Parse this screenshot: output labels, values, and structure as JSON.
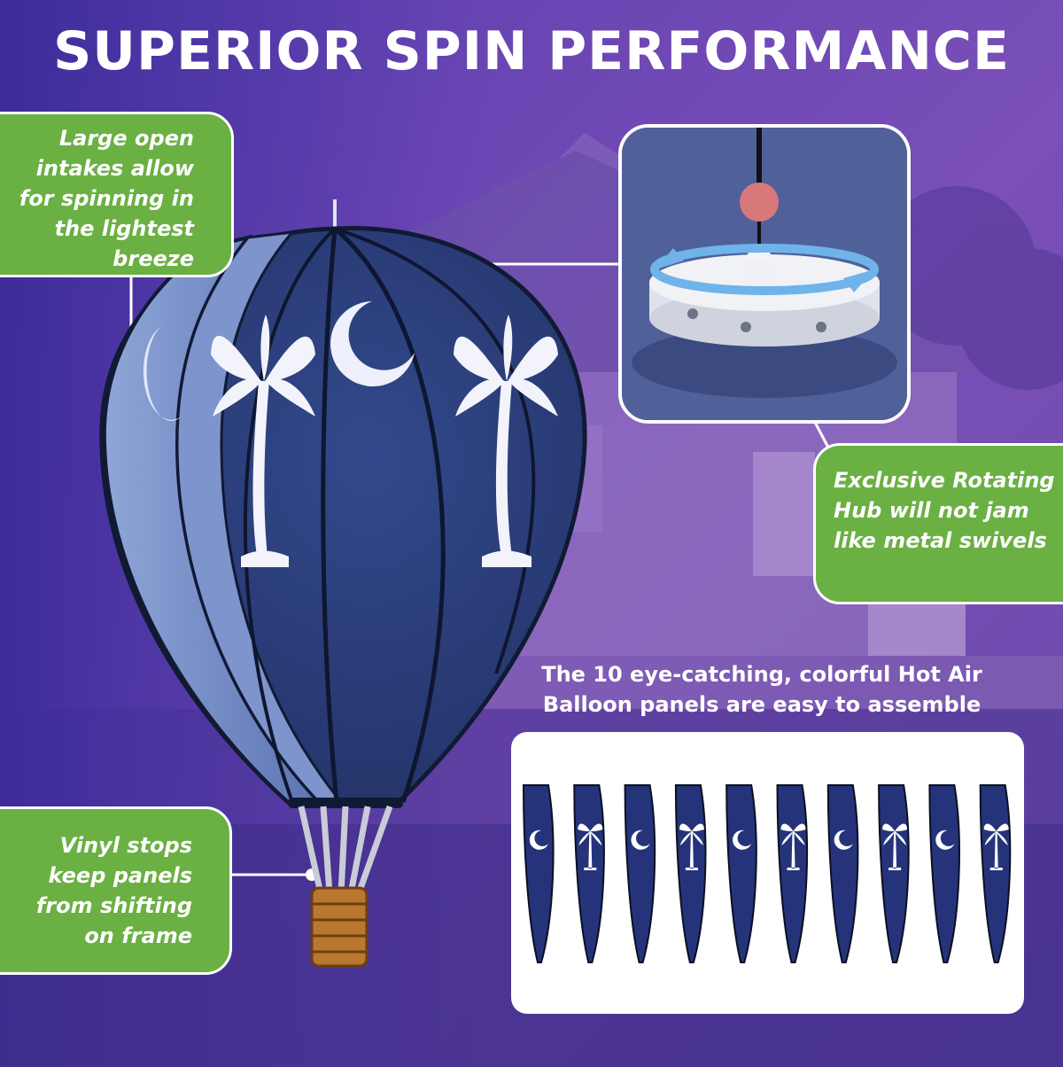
{
  "title": "SUPERIOR SPIN PERFORMANCE",
  "callouts": {
    "intakes": [
      "Large open",
      "intakes allow",
      "for spinning in",
      "the lightest",
      "breeze"
    ],
    "hub": [
      "Exclusive Rotating",
      "Hub will not jam",
      "like metal swivels"
    ],
    "vinyl": [
      "Vinyl stops",
      "keep panels",
      "from shifting",
      "on frame"
    ]
  },
  "panels_caption": [
    "The 10 eye-catching, colorful Hot Air",
    "Balloon panels are easy to assemble"
  ],
  "panels": [
    "moon",
    "palmetto",
    "moon",
    "palmetto",
    "moon",
    "palmetto",
    "moon",
    "palmetto",
    "moon",
    "palmetto"
  ],
  "colors": {
    "callout_green": "#6ab043",
    "balloon_navy": "#2b3f7a",
    "panel_navy": "#25347a",
    "title_white": "#ffffff",
    "background_purple": "#4b3aa0"
  }
}
